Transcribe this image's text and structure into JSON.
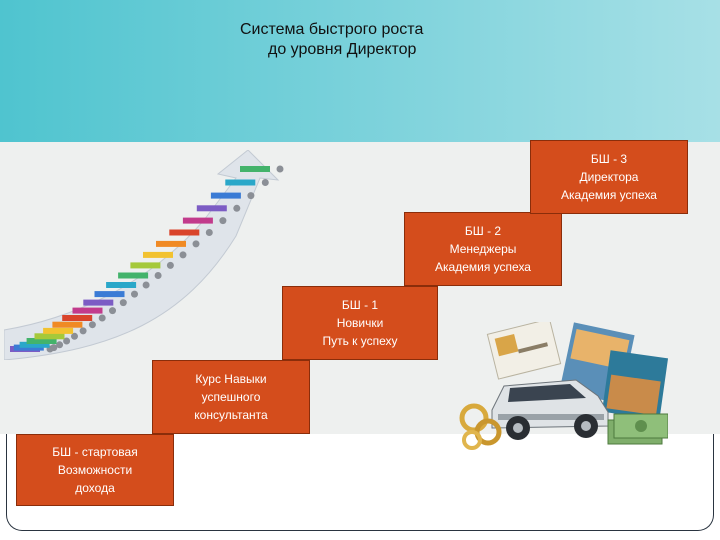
{
  "slide": {
    "title_line1": "Система быстрого роста",
    "title_line2": "до уровня Директор"
  },
  "steps": [
    {
      "line1": "БШ - стартовая",
      "line2": "Возможности",
      "line3": "дохода"
    },
    {
      "line1": "Курс   Навыки",
      "line2": "успешного",
      "line3": "консультанта"
    },
    {
      "line1": "БШ - 1",
      "line2": "Новички",
      "line3": "Путь к успеху"
    },
    {
      "line1": "БШ - 2",
      "line2": "Менеджеры",
      "line3": "Академия успеха"
    },
    {
      "line1": "БШ - 3",
      "line2": "Директора",
      "line3": "Академия успеха"
    }
  ],
  "images": {
    "ladder": "career-ladder-illustration",
    "prizes": "rewards-collage-car-diploma-rings-money"
  },
  "colors": {
    "header_start": "#4fc4cf",
    "header_end": "#a7e0e6",
    "step_fill": "#d44d1c"
  }
}
